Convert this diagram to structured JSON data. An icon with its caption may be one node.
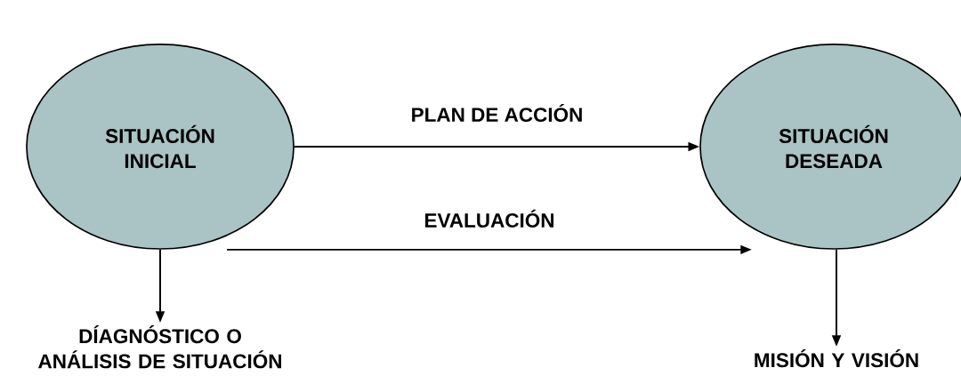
{
  "diagram": {
    "nodes": [
      {
        "text": [
          "SITUACIÓN INICIAL"
        ]
      },
      {
        "text": [
          "SITUACIÓN DESEADA"
        ]
      },
      {
        "text": [
          "DÍAGNÓSTICO O ANÁLISIS DE SITUACIÓN"
        ]
      },
      {
        "text": [
          "MISIÓN Y VISIÓN"
        ]
      }
    ],
    "edges": [
      {
        "from": 0,
        "to": 1,
        "arrow": "to",
        "label": "PLAN DE ACCIÓN"
      },
      {
        "from": 0,
        "to": 1,
        "arrow": "to",
        "label": "EVALUACIÓN"
      },
      {
        "from": 0,
        "to": 2,
        "arrow": "to"
      },
      {
        "from": 1,
        "to": 3,
        "arrow": "to"
      }
    ]
  }
}
